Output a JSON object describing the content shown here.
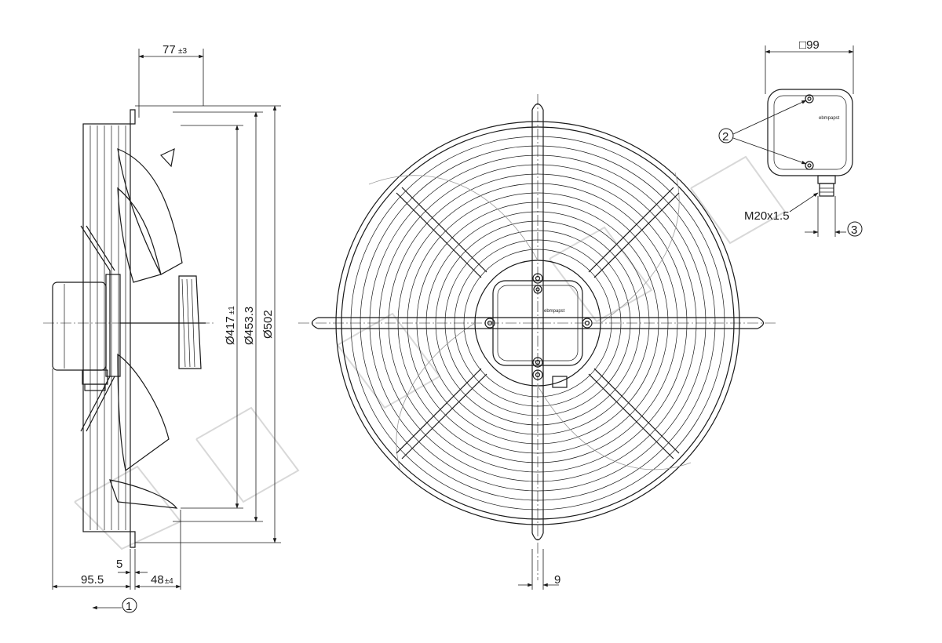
{
  "dimensions": {
    "inlet_depth": {
      "value": "77",
      "tol": "±3"
    },
    "terminal_box_width": {
      "symbol": "□",
      "value": "99"
    },
    "gland_thread": "M20x1.5",
    "dia_417": {
      "value": "Ø417",
      "tol": "±1"
    },
    "dia_453": {
      "value": "Ø453.3"
    },
    "dia_502": {
      "value": "Ø502"
    },
    "flange_offset": "5",
    "depth_95": "95.5",
    "depth_48": {
      "value": "48",
      "tol": "±4"
    },
    "guard_wire": "9"
  },
  "callouts": [
    "1",
    "2",
    "3"
  ],
  "brand_text": "ebmpapst",
  "icons": {
    "airflow": "airflow-arrow-icon",
    "screw": "screw-icon"
  }
}
